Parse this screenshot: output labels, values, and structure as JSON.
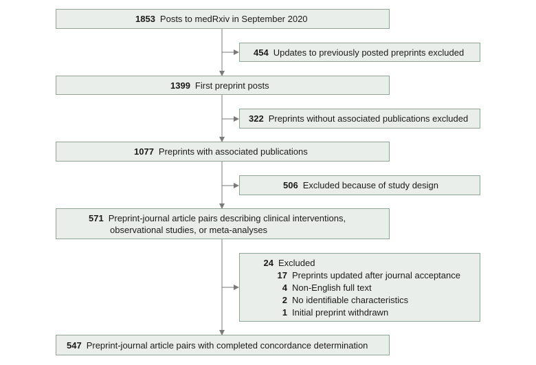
{
  "flow": {
    "box1": {
      "count": "1853",
      "label": "Posts to medRxiv in September 2020"
    },
    "excl1": {
      "count": "454",
      "label": "Updates to previously posted preprints excluded"
    },
    "box2": {
      "count": "1399",
      "label": "First preprint posts"
    },
    "excl2": {
      "count": "322",
      "label": "Preprints without associated publications excluded"
    },
    "box3": {
      "count": "1077",
      "label": "Preprints with associated publications"
    },
    "excl3": {
      "count": "506",
      "label": "Excluded because of study design"
    },
    "box4": {
      "count": "571",
      "label_line1": "Preprint-journal article pairs describing clinical interventions,",
      "label_line2": "observational studies, or meta-analyses"
    },
    "excl4": {
      "count": "24",
      "label": "Excluded",
      "items": [
        {
          "count": "17",
          "label": "Preprints updated after journal acceptance"
        },
        {
          "count": "4",
          "label": "Non-English full text"
        },
        {
          "count": "2",
          "label": "No identifiable characteristics"
        },
        {
          "count": "1",
          "label": "Initial preprint withdrawn"
        }
      ]
    },
    "box5": {
      "count": "547",
      "label": "Preprint-journal article pairs with completed concordance determination"
    }
  },
  "colors": {
    "box_fill": "#e9eeea",
    "box_border": "#8fa396",
    "connector": "#7a7a7a"
  }
}
